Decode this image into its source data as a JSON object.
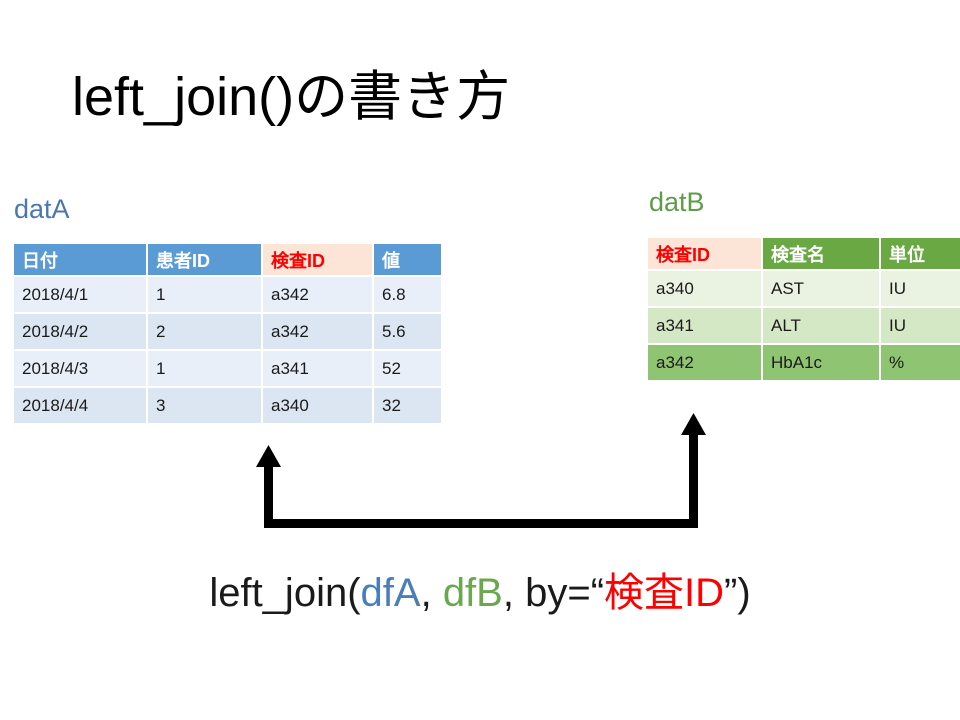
{
  "slide": {
    "title": "left_join()の書き方",
    "background_color": "#ffffff"
  },
  "colors": {
    "table_a_header": "#5b9bd5",
    "table_a_band_light": "#e9eff8",
    "table_a_band_dark": "#dce6f2",
    "table_b_header": "#6aa843",
    "table_b_band_1": "#eaf3e2",
    "table_b_band_2": "#d5e8c6",
    "table_b_band_3": "#8fc473",
    "key_column_background": "#fce4d6",
    "key_column_text": "#ff0000",
    "caption_a": "#4a77b4",
    "caption_b": "#5d9c48",
    "arrow": "#000000"
  },
  "table_a": {
    "caption": "datA",
    "key_column_index": 2,
    "headers": [
      "日付",
      "患者ID",
      "検査ID",
      "値"
    ],
    "rows": [
      [
        "2018/4/1",
        "1",
        "a342",
        "6.8"
      ],
      [
        "2018/4/2",
        "2",
        "a342",
        "5.6"
      ],
      [
        "2018/4/3",
        "1",
        "a341",
        "52"
      ],
      [
        "2018/4/4",
        "3",
        "a340",
        "32"
      ]
    ]
  },
  "table_b": {
    "caption": "datB",
    "key_column_index": 0,
    "headers": [
      "検査ID",
      "検査名",
      "単位"
    ],
    "rows": [
      [
        "a340",
        "AST",
        "IU"
      ],
      [
        "a341",
        "ALT",
        "IU"
      ],
      [
        "a342",
        "HbA1c",
        "%"
      ]
    ]
  },
  "connector": {
    "icon": "double-headed-u-arrow",
    "description": "U-shaped bracket arrow linking the 検査ID column of datA to the 検査ID column of datB"
  },
  "formula": {
    "prefix": "left_join(",
    "arg_a": "dfA",
    "separator_1": ", ",
    "arg_b": "dfB",
    "separator_2": ", ",
    "by_label": "by=“",
    "by_value": "検査ID",
    "suffix": "”)"
  }
}
